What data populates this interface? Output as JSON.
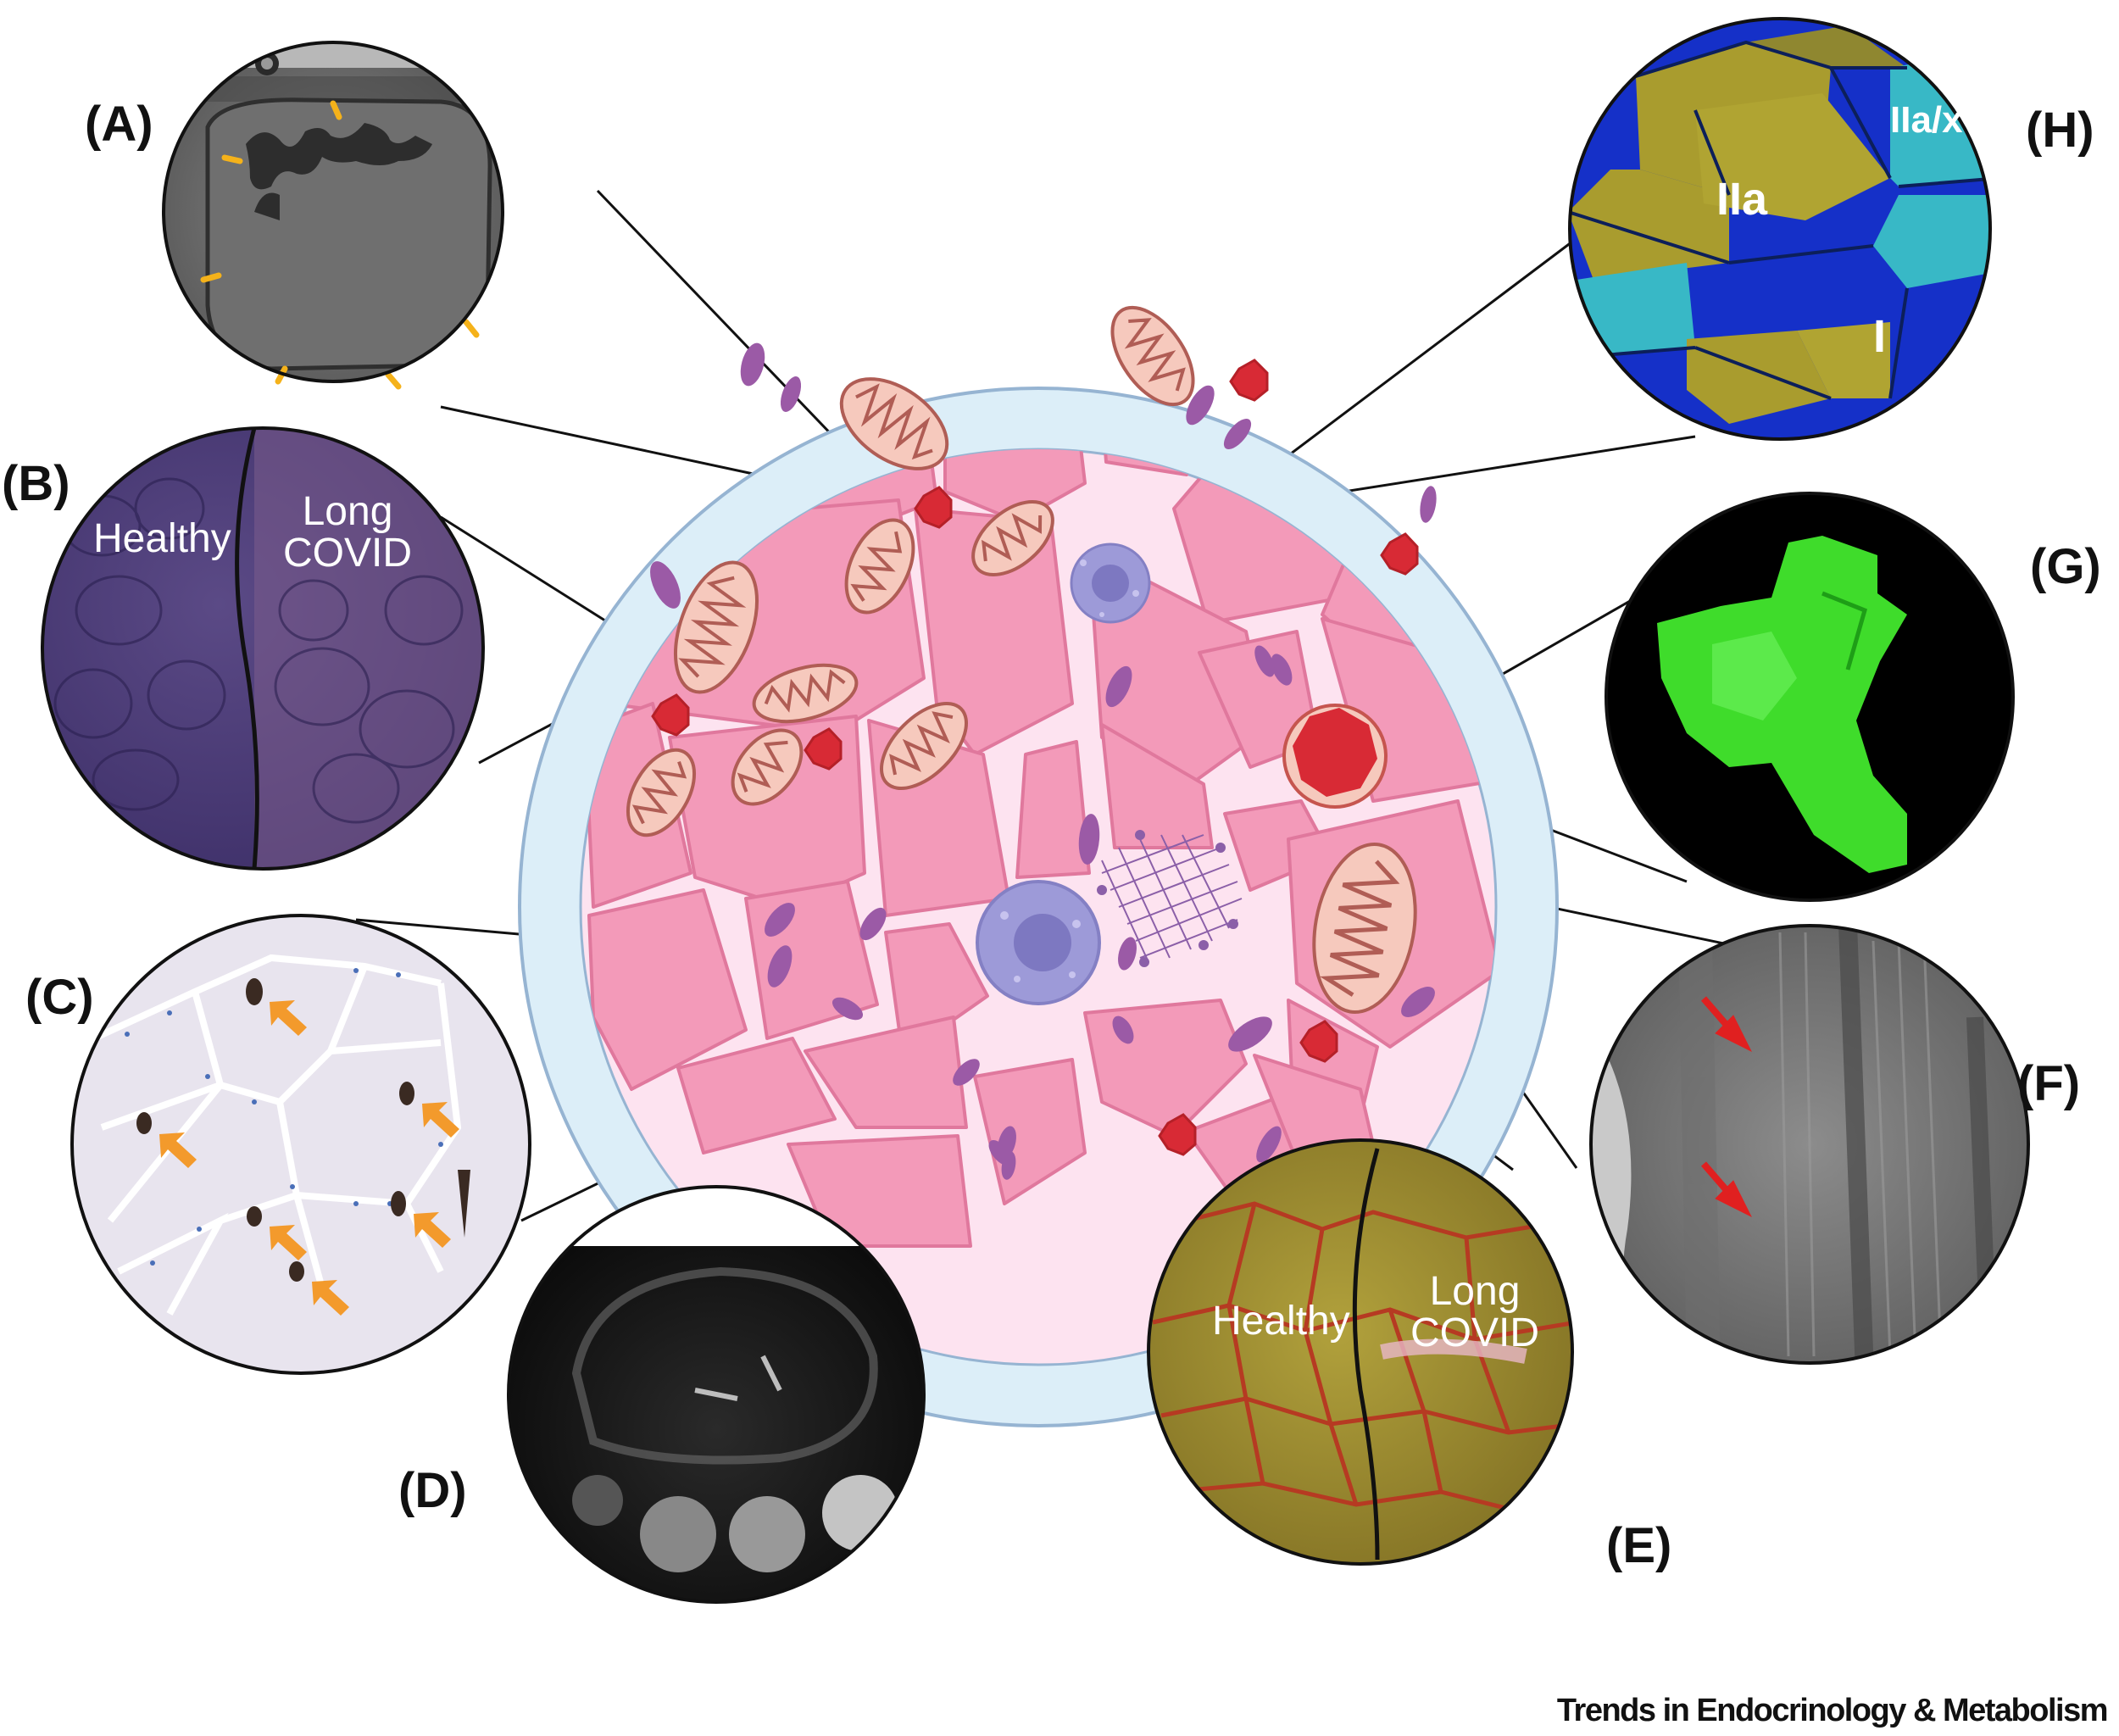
{
  "panels": {
    "A": {
      "label": "(A)"
    },
    "B": {
      "label": "(B)",
      "left_text": "Healthy",
      "right_text": "Long COVID"
    },
    "C": {
      "label": "(C)"
    },
    "D": {
      "label": "(D)"
    },
    "E": {
      "label": "(E)",
      "left_text": "Healthy",
      "right_text": "Long COVID"
    },
    "F": {
      "label": "(F)"
    },
    "G": {
      "label": "(G)"
    },
    "H": {
      "label": "(H)",
      "fiber_types": [
        "IIa",
        "IIa/x",
        "I"
      ]
    }
  },
  "footer": {
    "journal": "Trends in Endocrinology & Metabolism"
  },
  "colors": {
    "muscle_fiber": "#f39ab9",
    "fiber_outline": "#e0789d",
    "interstitium": "#fde3f0",
    "fascia_ring": "#dceef8",
    "capillary": "#d82a35",
    "nucleus": "#9b5aa6",
    "immune_cell": "#9d9ad8",
    "mitochondrion_outer": "#f6c9bd",
    "mitochondrion_inner": "#b05d55",
    "fluorescence_green": "#3fdc2b",
    "arrow_orange": "#f39a2c",
    "arrow_red": "#e02020",
    "fiber_type_I": "#1530c8",
    "fiber_type_IIa": "#a99c2e",
    "fiber_type_IIax": "#38b8c6"
  }
}
